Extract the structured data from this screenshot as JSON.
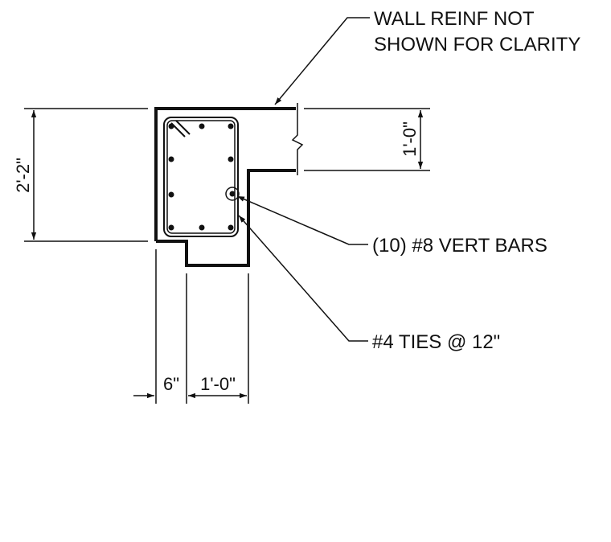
{
  "notes": {
    "wall_reinf_line1": "WALL REINF NOT",
    "wall_reinf_line2": "SHOWN FOR CLARITY",
    "vert_bars": "(10) #8 VERT BARS",
    "ties": "#4 TIES @ 12\""
  },
  "dimensions": {
    "overall_height": "2'-2\"",
    "wall_thickness": "1'-0\"",
    "offset_width": "6\"",
    "pilaster_width": "1'-0\""
  },
  "colors": {
    "line": "#111111",
    "background": "#ffffff"
  }
}
